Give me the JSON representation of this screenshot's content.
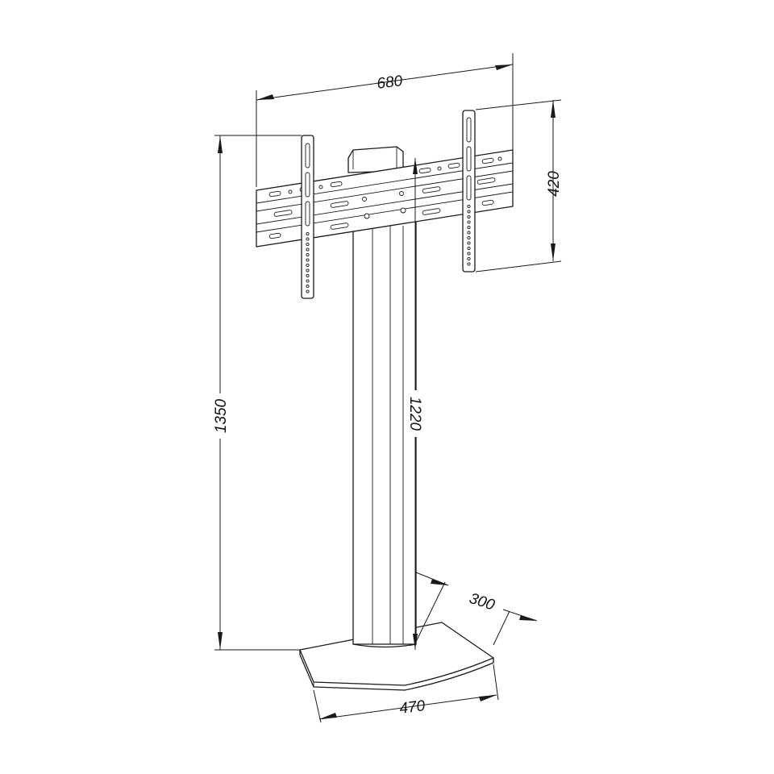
{
  "dimensions": {
    "mount_width": "680",
    "mount_height": "420",
    "total_height": "1350",
    "column_height": "1220",
    "base_depth": "300",
    "base_width": "470"
  }
}
